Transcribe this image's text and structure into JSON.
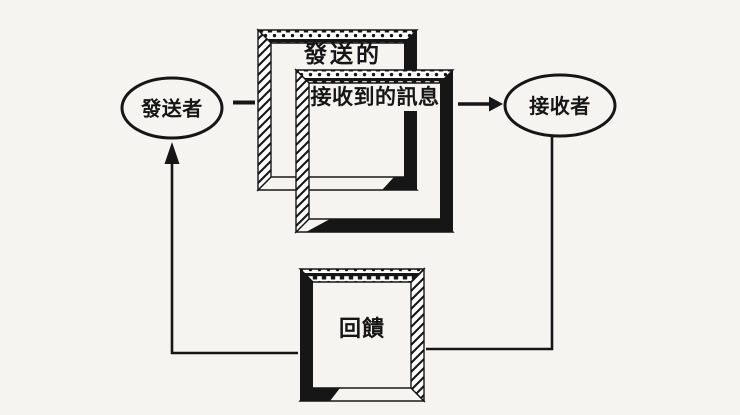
{
  "diagram": {
    "background_color": "#f5f4f1",
    "ink_color": "#161616",
    "nodes": {
      "sender": {
        "label": "發送者",
        "shape": "ellipse"
      },
      "sent_message": {
        "label": "發送的",
        "shape": "decorated-frame-box"
      },
      "received_message": {
        "label": "接收到的訊息",
        "shape": "decorated-frame-box"
      },
      "receiver": {
        "label": "接收者",
        "shape": "ellipse"
      },
      "feedback": {
        "label": "回饋",
        "shape": "decorated-frame-box"
      }
    },
    "edges": [
      {
        "from": "sender",
        "to": "sent_message",
        "style": "short-dash"
      },
      {
        "from": "received_message",
        "to": "receiver",
        "style": "arrow"
      },
      {
        "from": "receiver",
        "to": "feedback",
        "style": "elbow-line"
      },
      {
        "from": "feedback",
        "to": "sender",
        "style": "elbow-arrow"
      }
    ]
  }
}
